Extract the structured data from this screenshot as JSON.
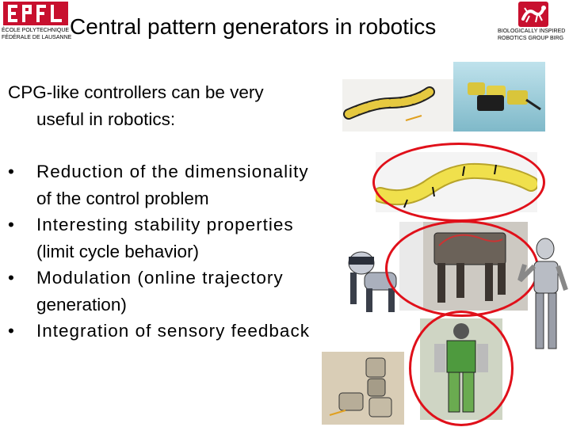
{
  "header": {
    "title": "Central pattern generators in robotics",
    "left_logo": {
      "mark": "EPFL",
      "lines": [
        "ÉCOLE POLYTECHNIQUE",
        "FÉDÉRALE DE LAUSANNE"
      ]
    },
    "right_logo": {
      "lines": [
        "BIOLOGICALLY INSPIRED",
        "ROBOTICS GROUP BIRG"
      ]
    }
  },
  "content": {
    "intro_line1": "CPG-like controllers can be very",
    "intro_line2": "useful in robotics:",
    "bullets": [
      {
        "bullet": "•",
        "line1": "Reduction of the dimensionality",
        "line2": "of the control problem"
      },
      {
        "bullet": "•",
        "line1": "Interesting stability properties",
        "line2": "(limit cycle behavior)"
      },
      {
        "bullet": "•",
        "line1": "Modulation (online trajectory",
        "line2": "generation)"
      },
      {
        "bullet": "•",
        "line1": "Integration of sensory feedback",
        "line2": ""
      }
    ]
  },
  "colors": {
    "highlight_oval": "#e0101a",
    "epfl_red": "#c8102e",
    "robot_yellow": "#e8d84a"
  }
}
